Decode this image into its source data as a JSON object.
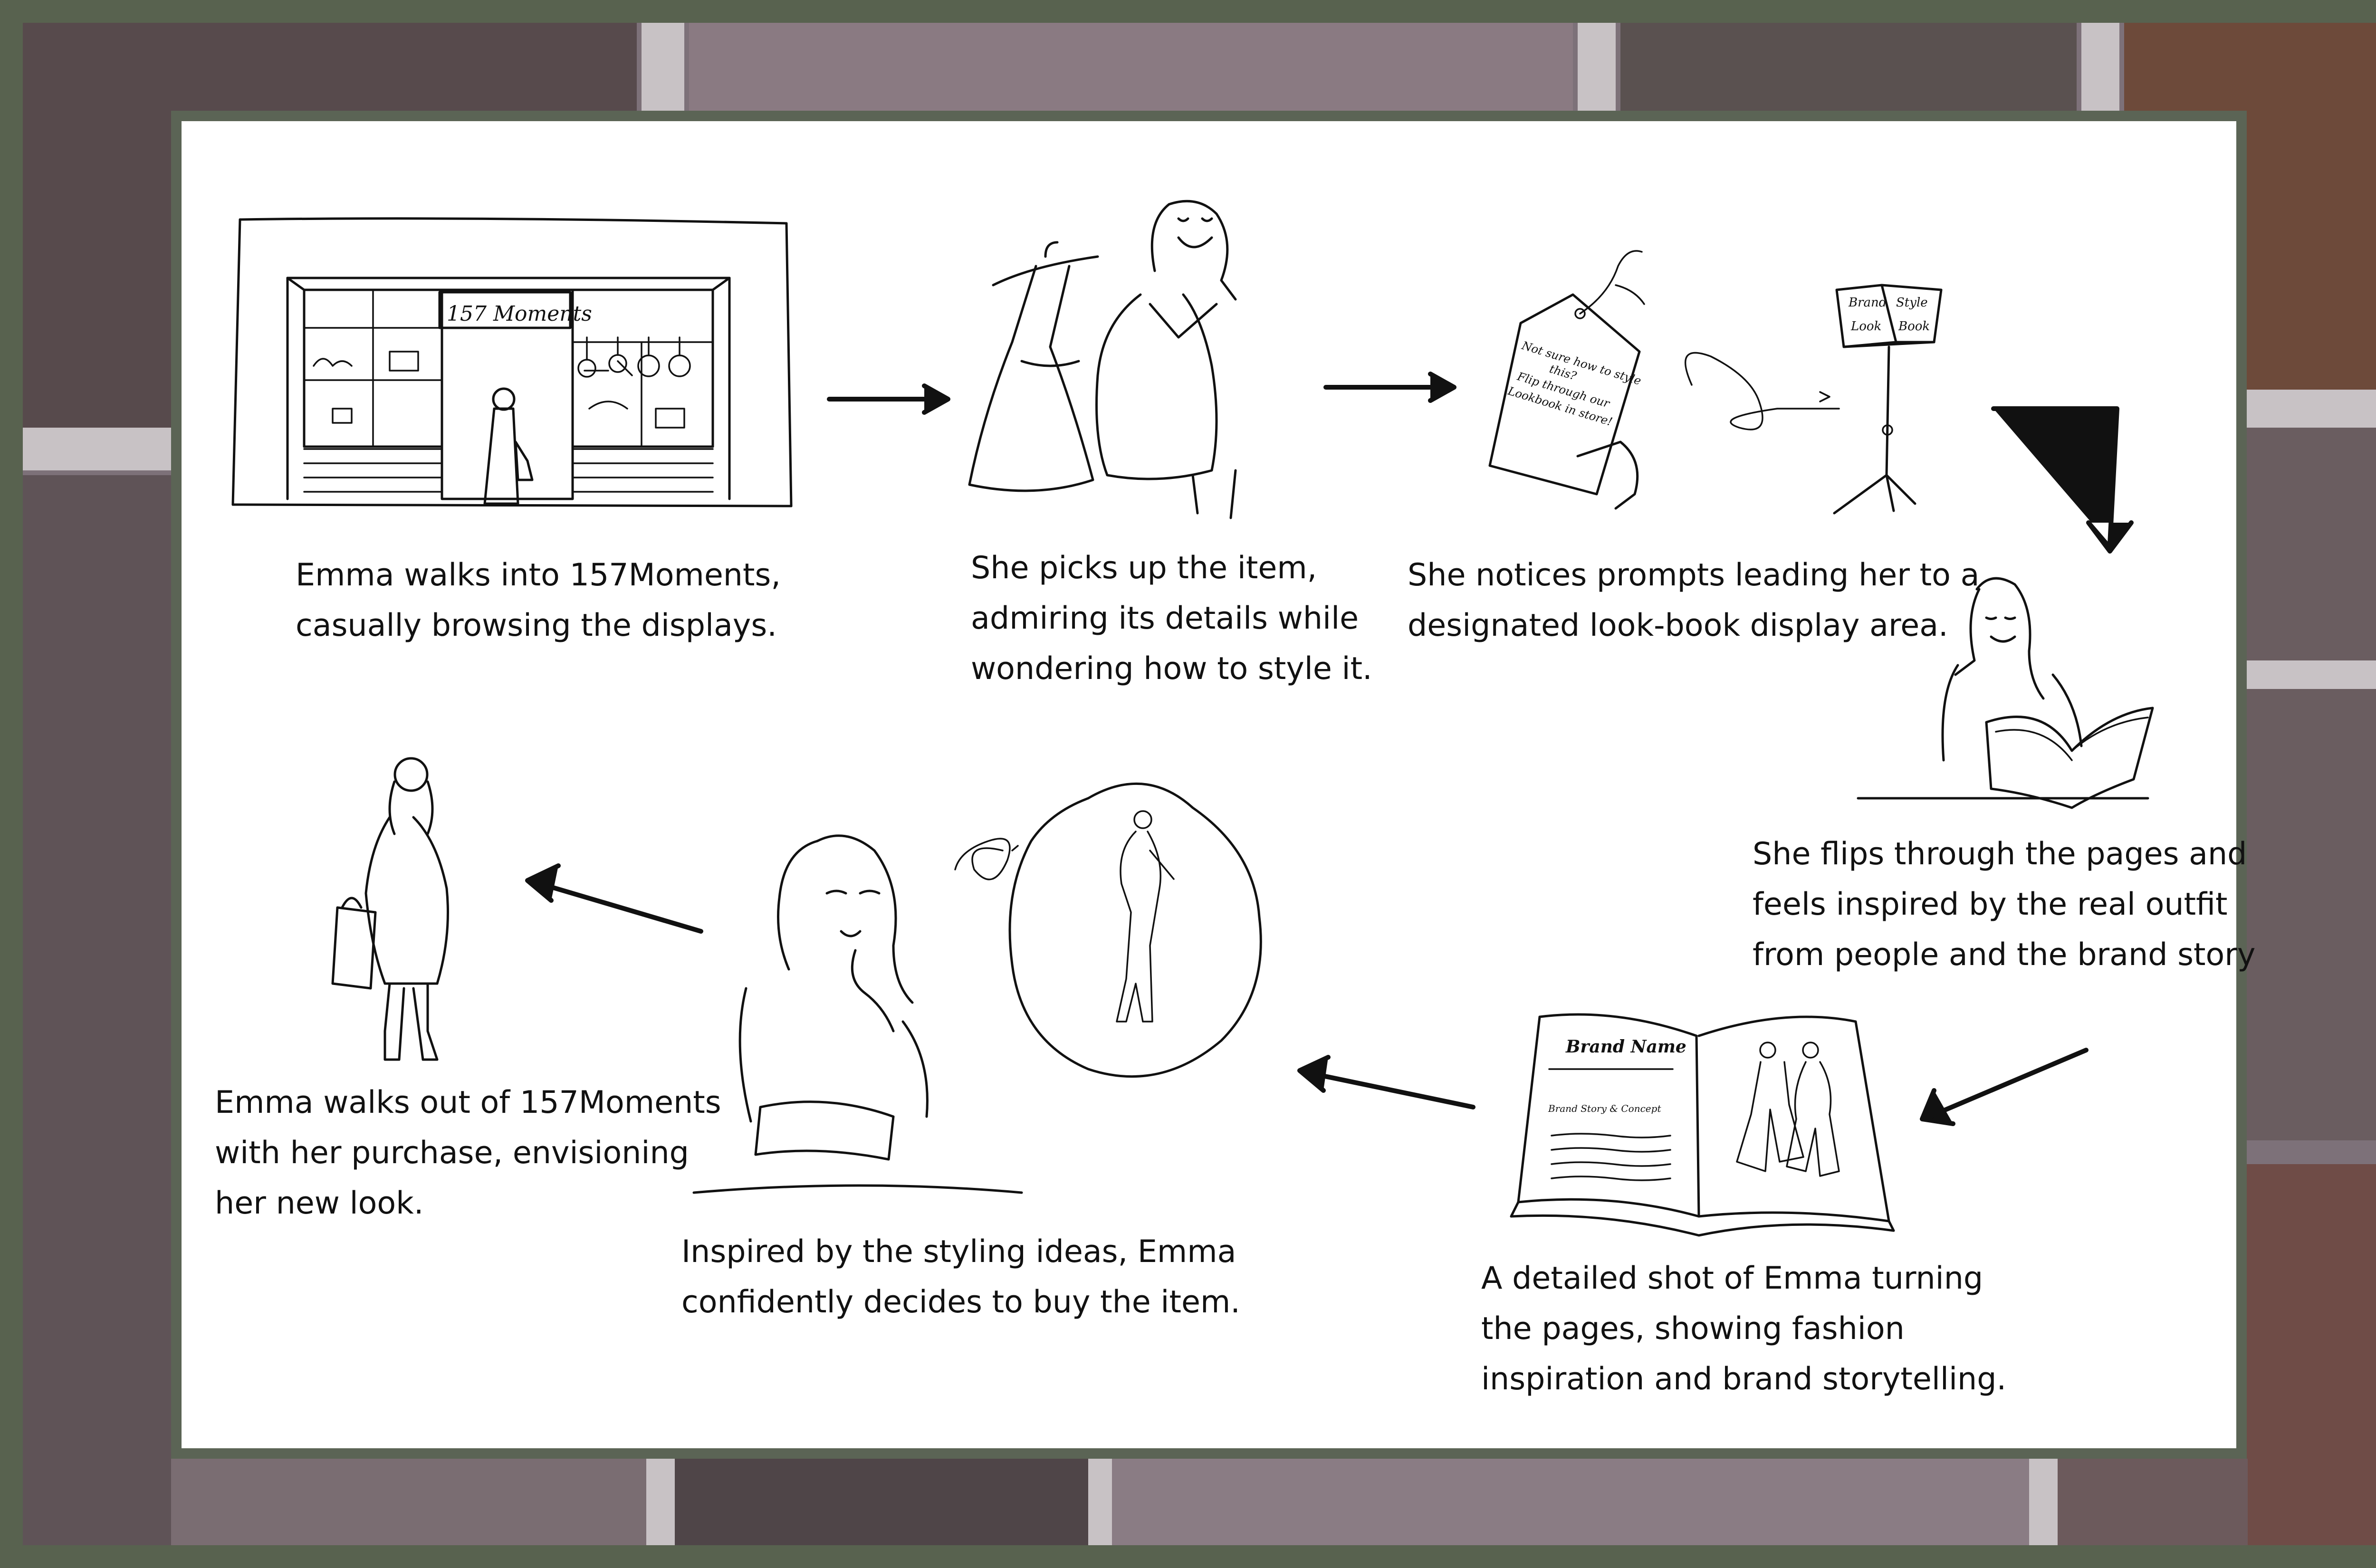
{
  "steps": [
    {
      "id": "step-1",
      "caption": "Emma walks into 157Moments,\ncasually browsing the displays."
    },
    {
      "id": "step-2",
      "caption": "She picks up the item,\nadmiring its details while\nwondering how to style it."
    },
    {
      "id": "step-3",
      "caption": "She notices prompts leading her to a\ndesignated look-book display area."
    },
    {
      "id": "step-4",
      "caption": "She flips through the pages and\nfeels inspired by the real outfit\nfrom people and the brand story"
    },
    {
      "id": "step-5",
      "caption": "A detailed shot of Emma turning\nthe pages, showing fashion\ninspiration and brand storytelling."
    },
    {
      "id": "step-6",
      "caption": "Inspired by the styling ideas, Emma\nconfidently decides to buy the item."
    },
    {
      "id": "step-7",
      "caption": "Emma walks out of 157Moments\nwith her purchase, envisioning\nher new look."
    }
  ],
  "store_sign": {
    "number": "157",
    "script": "Moments"
  },
  "tag_text": {
    "line1": "Not sure how to style",
    "line2": "this?",
    "line3": "Flip through our",
    "line4": "Lookbook in store!"
  },
  "stand_book": {
    "left_top": "Brand",
    "right_top": "Style",
    "left_bottom": "Look",
    "right_bottom": "Book"
  },
  "lookbook": {
    "title": "Brand Name",
    "subtitle": "Brand Story & Concept"
  },
  "colors": {
    "frame": "#58624f",
    "panel": "#ffffff",
    "ink": "#111111",
    "background": "#7d7179"
  }
}
